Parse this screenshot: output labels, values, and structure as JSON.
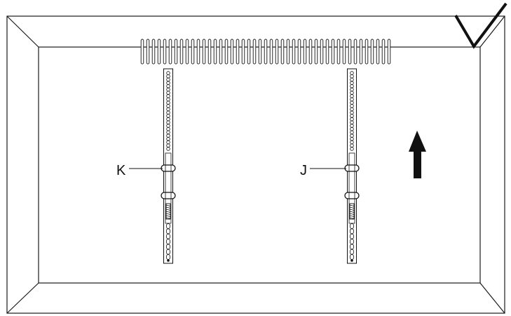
{
  "diagram": {
    "callouts": [
      {
        "id": "bracket-left",
        "label": "K"
      },
      {
        "id": "bracket-right",
        "label": "J"
      }
    ],
    "check_mark": "check-mark-icon",
    "direction_arrow": "up-arrow-icon",
    "vent_slot_count": 45,
    "bracket_hole_count": 24,
    "bracket_slot_count": 7
  }
}
